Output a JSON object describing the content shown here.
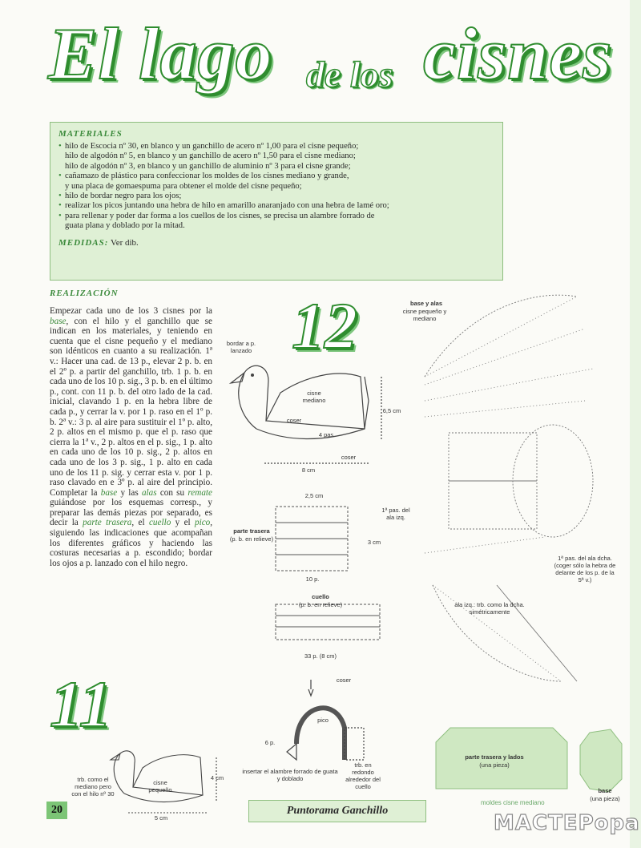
{
  "title": {
    "part1": "El lago",
    "part2": "de los",
    "part3": "cisnes"
  },
  "materials": {
    "heading": "MATERIALES",
    "items": [
      "hilo de Escocia nº 30, en blanco y un ganchillo de acero nº 1,00 para el cisne pequeño;",
      "hilo de algodón nº 5, en blanco y un ganchillo de acero nº 1,50 para el cisne mediano;",
      "hilo de algodón nº 3, en blanco y un ganchillo de aluminio nº 3 para el cisne grande;",
      "cañamazo de plástico para confeccionar los moldes de los cisnes mediano y grande,",
      "y una placa de gomaespuma para obtener el molde del cisne pequeño;",
      "hilo de bordar negro para los ojos;",
      "realizar los picos juntando una hebra de hilo en amarillo anaranjado con una hebra de lamé oro;",
      "para rellenar y poder dar forma a los cuellos de los cisnes, se precisa un alambre forrado de",
      "guata plana y doblado por la mitad."
    ],
    "measures_label": "MEDIDAS:",
    "measures_value": "Ver dib."
  },
  "realizacion": {
    "heading": "REALIZACIÓN",
    "p1": "Empezar cada uno de los 3 cisnes por la",
    "w_base": "base",
    "p2": ", con el hilo y el ganchillo que se indican en los materiales, y teniendo en cuenta que el cisne pequeño y el mediano son idénticos en cuanto a su realización. 1ª v.: Hacer una cad. de 13 p., elevar 2 p. b. en el 2º p. a partir del ganchillo, trb. 1 p. b. en cada uno de los 10 p. sig., 3 p. b. en el último p., cont. con 11 p. b. del otro lado de la cad. inicial, clavando 1 p. en la hebra libre de cada p., y cerrar la v. por 1 p. raso en el 1º p. b. 2ª v.: 3 p. al aire para sustituir el 1º p. alto, 2 p. altos en el mismo p. que el p. raso que cierra la 1ª v., 2 p. altos en el p. sig., 1 p. alto en cada uno de los 10 p. sig., 2 p. altos en cada uno de los 3 p. sig., 1 p. alto en cada uno de los 11 p. sig. y cerrar esta v. por 1 p. raso clavado en e 3º p. al aire del principio. Completar la",
    "w_base2": "base",
    "p3": "y las",
    "w_alas": "alas",
    "p4": "con su",
    "w_remate": "remate",
    "p5": "guiándose por los esquemas corresp., y preparar las demás piezas por separado, es decir la",
    "w_trasera": "parte trasera",
    "p6": ", el",
    "w_cuello": "cuello",
    "p7": "y el",
    "w_pico": "pico",
    "p8": ", siguiendo las indicaciones que acompañan los diferentes gráficos y haciendo las costuras necesarias a p. escondido; bordar los ojos a p. lanzado con el hilo negro."
  },
  "fig12": {
    "number": "12",
    "label_bordar": "bordar a p. lanzado",
    "label_cisne": "cisne mediano",
    "label_coser1": "coser",
    "label_pas": "4 pas",
    "label_coser2": "coser",
    "label_h": "6,5 cm",
    "label_w": "8 cm"
  },
  "parts": {
    "w_top": "2,5 cm",
    "trasera": "parte trasera",
    "trasera_sub": "(p. b. en relieve)",
    "h": "3 cm",
    "p10": "10 p.",
    "cuello": "cuello",
    "cuello_sub": "(p. b. en relieve)",
    "p33": "33 p. (8 cm)",
    "coser": "coser",
    "pico": "pico",
    "p6": "6 p.",
    "alambre": "insertar el alambre forrado de guata y doblado",
    "trb": "trb. en redondo alrededor del cuello"
  },
  "wing": {
    "base_alas": "base y alas",
    "base_sub": "cisne pequeño y mediano",
    "pas1": "1ª pas. del ala izq.",
    "pas2": "1ª pas. del ala dcha. (coger sólo la hebra de delante de los p. de la 5ª v.)",
    "ala_izq": "ala izq.: trb. como la dcha. simétricamente"
  },
  "fig11": {
    "number": "11",
    "label_trb": "trb. como el mediano pero con el hilo nº 30",
    "label_cisne": "cisne pequeño",
    "label_h": "4 cm",
    "label_w": "5 cm"
  },
  "molds": {
    "trasera": "parte trasera y lados",
    "trasera_sub": "(una pieza)",
    "base": "base",
    "base_sub": "(una pieza)",
    "caption": "moldes cisne mediano"
  },
  "footer": {
    "page": "20",
    "magazine": "Puntorama Ganchillo",
    "watermark": "МАСТЕРоран"
  }
}
